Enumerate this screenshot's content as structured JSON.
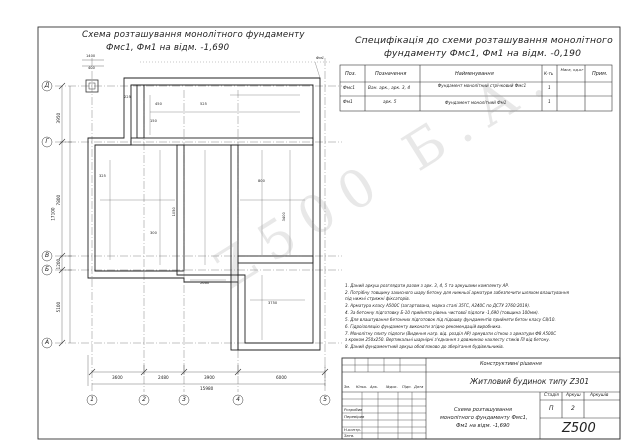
{
  "plan": {
    "title": "Схема розташування монолітного фундаменту",
    "subtitle": "Фмс1, Фм1 на відм. -1,690",
    "mark_label": "Фм1",
    "axes_letters": [
      "Д",
      "Г",
      "В",
      "Б",
      "А"
    ],
    "axes_numbers": [
      "1",
      "2",
      "3",
      "4",
      "5"
    ],
    "bottom_dims": [
      "3600",
      "2480",
      "3900",
      "6000"
    ],
    "bottom_total": "15980",
    "left_dims": [
      "3950",
      "7800",
      "1200",
      "5100"
    ],
    "left_total": "17100",
    "top_dims": [
      "1400",
      "400"
    ],
    "sample_dims": [
      "225",
      "450",
      "525",
      "150",
      "325",
      "300",
      "800",
      "1050",
      "3400",
      "2660",
      "3750"
    ]
  },
  "spec": {
    "title_line1": "Специфікація до схеми розташування монолітного",
    "title_line2": "фундаменту Фмс1, Фм1 на відм. -0,190",
    "headers": [
      "Поз.",
      "Позначення",
      "Найменування",
      "К-ть",
      "Маса, од.кг",
      "Прим."
    ],
    "rows": [
      {
        "pos": "Фмс1",
        "doc": "Ван. арк., арк. 3, 4",
        "name": "Фундамент монолітний стрічковий Фмс1",
        "qty": "1"
      },
      {
        "pos": "Фм1",
        "doc": "арк. 5",
        "name": "Фундамент монолітний Фм1",
        "qty": "1"
      }
    ]
  },
  "notes": [
    "1. Даний аркуш розглядати разом з арк. 3, 4, 5 та аркушами комплекту АР.",
    "2. Потрібну товщину захисного шару бетону для нижньої арматури забезпечити шляхом влаштування",
    "    під нижні стрижні фіксаторів.",
    "3. Арматура класу А500С (загартована, марка сталі 35ГС, А240С по ДСТУ 3760:2019).",
    "4. За бетонну підготовку Б-10 прийнято рівень чистової підлоги -1,690 (товщина 100мм).",
    "5. Для влаштування бетонних підготовок під підошву фундаментів прийняти бетон класу С8/10.",
    "6. Гідроізоляцію фундаменту виконати згідно рекомендацій виробника.",
    "7. Монолітну плиту підлоги (Видення нагр. від. розділ АР) армувати сіткою з арматури Ф8 А500С",
    "    з кроком 250х250. Вертикальні шарнірні з'єднання з довжиною нахлесту стиків ПІ від бетону.",
    "8. Даний фундаментний аркуш обов'язково до зберігання будівельників."
  ],
  "stamp": {
    "section": "Конструктивні рішення",
    "project": "Житловий будинок типу Z301",
    "sheet_desc1": "Схема розташування",
    "sheet_desc2": "монолітного фундаменту Фмс1,",
    "sheet_desc3": "Фм1 на відм. -1,690",
    "stage_header": "Стадія",
    "sheet_header": "Аркуш",
    "sheets_header": "Аркушів",
    "stage": "П",
    "sheet": "2",
    "code": "Z500",
    "roles": [
      "Розробив",
      "Перевірив",
      "Н.контр.",
      "Затв."
    ],
    "col_headers": [
      "Зм.",
      "Кільк.",
      "Арк.",
      "№док.",
      "Підп.",
      "Дата"
    ]
  },
  "watermark": "Z500 Б.А."
}
